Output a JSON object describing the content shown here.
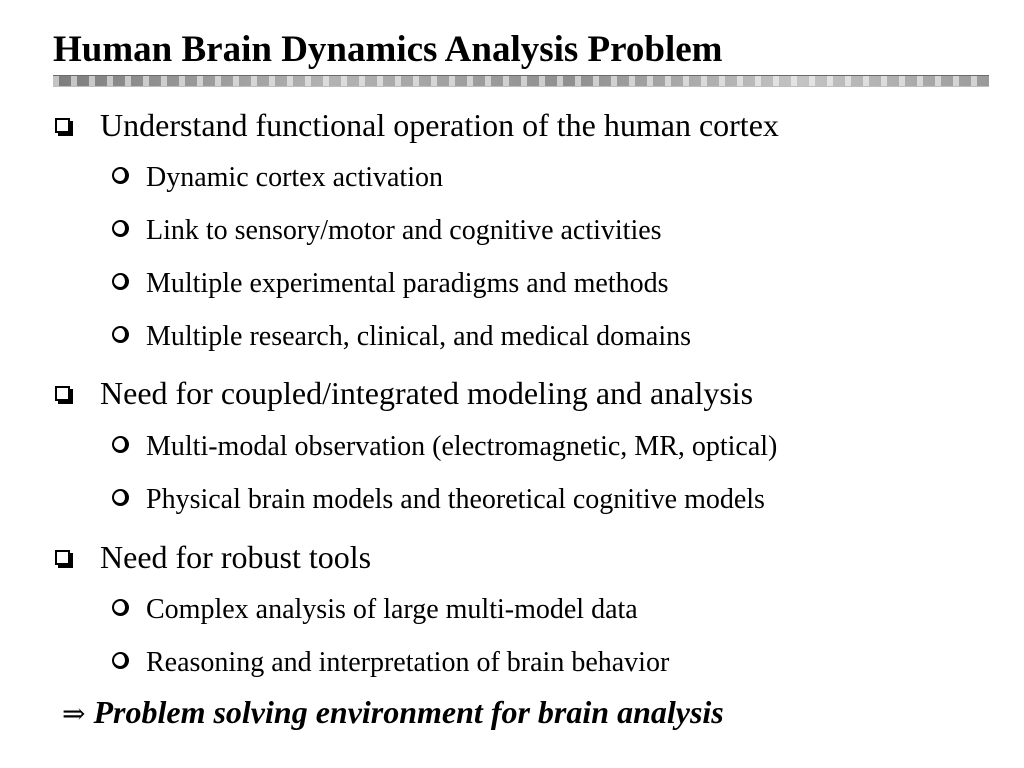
{
  "slide": {
    "title": "Human Brain Dynamics Analysis Problem",
    "sections": [
      {
        "text": "Understand functional operation of the human cortex",
        "items": [
          "Dynamic cortex activation",
          "Link to sensory/motor and cognitive activities",
          "Multiple experimental paradigms and methods",
          "Multiple research, clinical, and medical domains"
        ]
      },
      {
        "text": "Need for coupled/integrated modeling and analysis",
        "items": [
          "Multi-modal observation (electromagnetic, MR, optical)",
          "Physical brain models and theoretical cognitive models"
        ]
      },
      {
        "text": "Need for robust tools",
        "items": [
          "Complex analysis of large multi-model data",
          "Reasoning and interpretation of brain behavior"
        ]
      }
    ],
    "conclusion": {
      "arrow": "⇒",
      "text": "Problem solving environment for brain analysis"
    }
  },
  "icons": {
    "level1_bullet": "hollow-square-bullet-icon",
    "level2_bullet": "hollow-circle-bullet-icon",
    "conclusion_marker": "implies-arrow-icon"
  }
}
